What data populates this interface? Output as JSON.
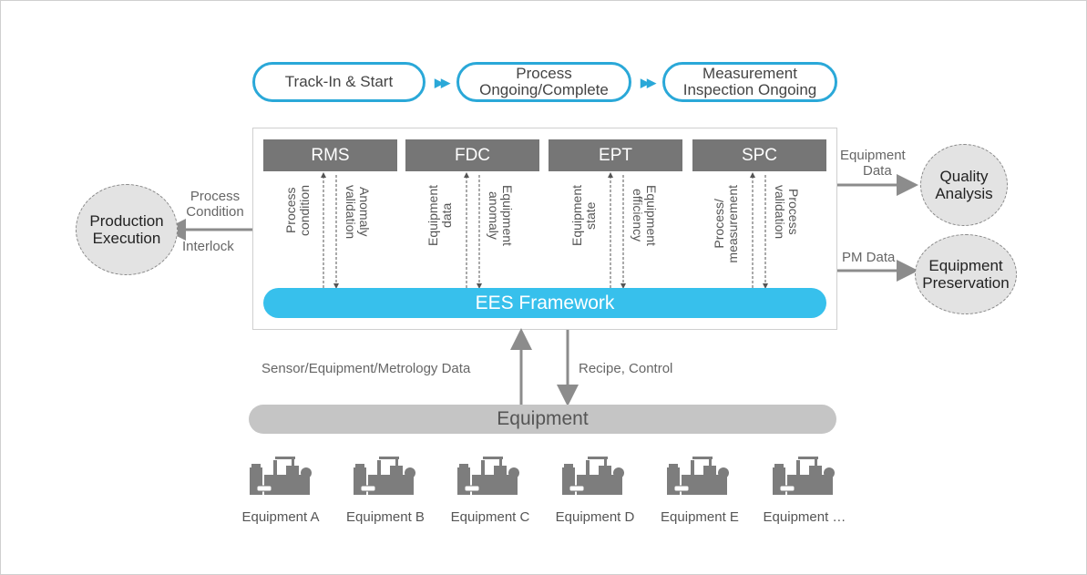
{
  "stages": [
    {
      "line1": "Track-In & Start",
      "line2": ""
    },
    {
      "line1": "Process",
      "line2": "Ongoing/Complete"
    },
    {
      "line1": "Measurement",
      "line2": "Inspection Ongoing"
    }
  ],
  "modules": [
    {
      "name": "RMS",
      "up_label": "Process\ncondition",
      "down_label": "Anomaly\nvalidation"
    },
    {
      "name": "FDC",
      "up_label": "Equipment\ndata",
      "down_label": "Equipment\nanomaly"
    },
    {
      "name": "EPT",
      "up_label": "Equipment\nstate",
      "down_label": "Equipment\nefficiency"
    },
    {
      "name": "SPC",
      "up_label": "Process/\nmeasurement",
      "down_label": "Process\nvalidation"
    }
  ],
  "framework": "EES Framework",
  "left": {
    "circle": {
      "line1": "Production",
      "line2": "Execution"
    },
    "condition_label": {
      "line1": "Process",
      "line2": "Condition"
    },
    "interlock_label": "Interlock"
  },
  "right": {
    "quality": {
      "label_line1": "Equipment",
      "label_line2": "Data",
      "circle_line1": "Quality",
      "circle_line2": "Analysis"
    },
    "preservation": {
      "label": "PM Data",
      "circle_line1": "Equipment",
      "circle_line2": "Preservation"
    }
  },
  "flows": {
    "up_label": "Sensor/Equipment/Metrology Data",
    "down_label": "Recipe, Control"
  },
  "equipment_bar": "Equipment",
  "equipment_items": [
    "Equipment A",
    "Equipment B",
    "Equipment C",
    "Equipment D",
    "Equipment E",
    "Equipment …"
  ],
  "colors": {
    "accent": "#2aa8d8",
    "framework": "#37c0ec",
    "module_header": "#767676",
    "arrow": "#8c8c8c"
  }
}
